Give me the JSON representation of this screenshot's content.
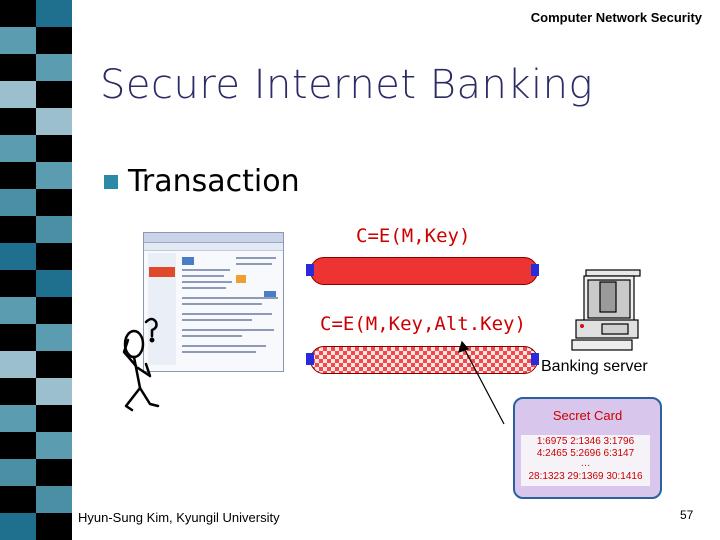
{
  "header": {
    "course": "Computer Network Security"
  },
  "slide": {
    "title": "Secure Internet Banking",
    "bullet": "Transaction",
    "formula_top": "C=E(M,Key)",
    "formula_bottom": "C=E(M,Key,Alt.Key)",
    "server_label": "Banking server"
  },
  "secret_card": {
    "title": "Secret Card",
    "lines": [
      "1:6975   2:1346   3:1796",
      "4:2465   5:2696   6:3147",
      "…",
      "28:1323 29:1369 30:1416"
    ]
  },
  "footer": {
    "author": "Hyun-Sung Kim, Kyungil University",
    "page": "57"
  },
  "colors": {
    "sidebar": [
      "#000000",
      "#4a8fa3",
      "#000000",
      "#000000",
      "#6fa5b6",
      "#000000",
      "#000000",
      "#1f6f8f",
      "#000000",
      "#9bbfcc"
    ],
    "formula": "#cc0000",
    "title": "#2b2b66",
    "pipe": "#ee3333",
    "card_border": "#2a5fa0",
    "card_fill": "#d9c6ec"
  },
  "icons": {
    "bullet": "square-bullet-icon",
    "browser": "browser-window-icon",
    "user": "thinking-person-icon",
    "server": "computer-server-icon"
  }
}
